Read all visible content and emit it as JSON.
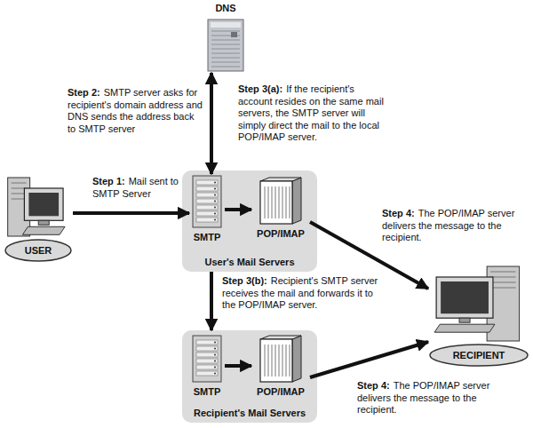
{
  "diagram": {
    "nodes": [
      {
        "text": [
          "DNS"
        ]
      },
      {
        "text": [
          "USER"
        ]
      },
      {
        "text": [
          "User's Mail Servers"
        ]
      },
      {
        "text": [
          "SMTP"
        ],
        "in": 2
      },
      {
        "text": [
          "POP/IMAP"
        ],
        "in": 2
      },
      {
        "text": [
          "Recipient's Mail Servers"
        ]
      },
      {
        "text": [
          "SMTP"
        ],
        "in": 5
      },
      {
        "text": [
          "POP/IMAP"
        ],
        "in": 5
      },
      {
        "text": [
          "RECIPIENT"
        ]
      }
    ],
    "edges": [
      {
        "from": 0,
        "to": 3,
        "arrow": "both"
      },
      {
        "from": 1,
        "to": 3,
        "arrow": "to"
      },
      {
        "from": 3,
        "to": 4,
        "arrow": "to"
      },
      {
        "from": 4,
        "to": 8,
        "arrow": "to"
      },
      {
        "from": 2,
        "to": 5,
        "arrow": "to"
      },
      {
        "from": 6,
        "to": 7,
        "arrow": "to"
      },
      {
        "from": 7,
        "to": 8,
        "arrow": "to"
      }
    ],
    "labels": [
      "Step 2:",
      "SMTP server asks for recipient's domain address and DNS sends the address back to SMTP server",
      "Step 3(a):",
      "If the recipient's account resides on the same mail servers, the SMTP server will simply direct the mail to the local POP/IMAP server.",
      "Step 1:",
      "Mail sent to SMTP Server",
      "Step 4:",
      "The POP/IMAP server delivers the message to the recipient.",
      "Step 3(b):",
      "Recipient's SMTP server receives the mail and forwards it to the POP/IMAP server.",
      "Step 4:",
      "The POP/IMAP server delivers the message to the recipient."
    ]
  }
}
